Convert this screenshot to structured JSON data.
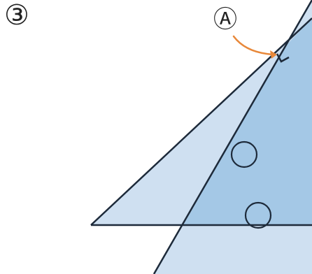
{
  "problem": {
    "number": "③"
  },
  "labels": {
    "angle": "Ⓐ"
  },
  "colors": {
    "light_fill": "#cfe0f1",
    "overlap_fill": "#a4c8e6",
    "stroke": "#1d2a3a",
    "arrow": "#e8883a"
  },
  "markers": {
    "equal_angle": "circle",
    "right_angle": "square-corner"
  }
}
